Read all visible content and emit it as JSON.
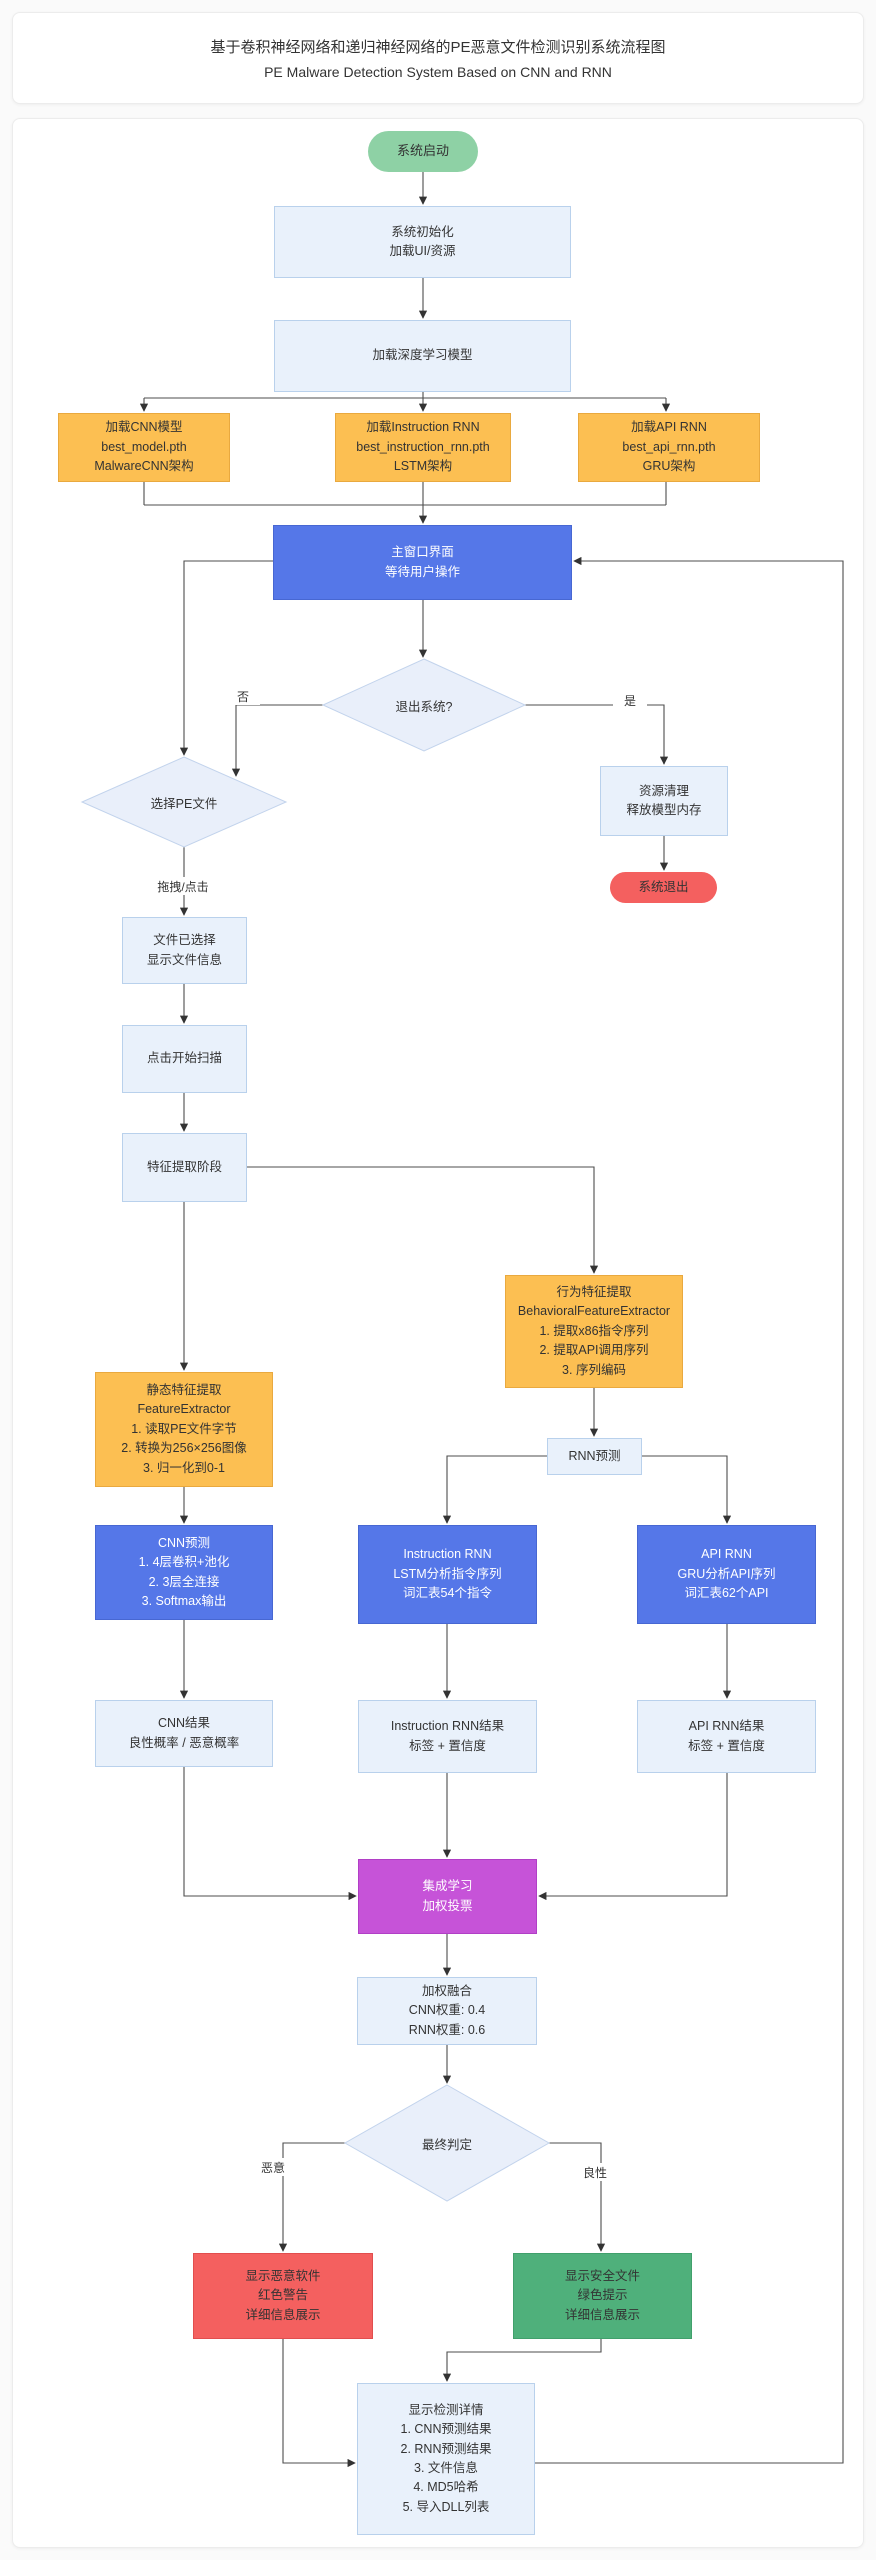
{
  "header": {
    "title_zh": "基于卷积神经网络和递归神经网络的PE恶意文件检测识别系统流程图",
    "title_en": "PE Malware Detection System Based on CNN and RNN"
  },
  "colors": {
    "page_background": "#fafafa",
    "card_background": "#ffffff",
    "start_pill_green": "#8ed1a5",
    "process_light_blue_fill": "#e9f1fb",
    "process_light_blue_border": "#b9d1ec",
    "model_orange_fill": "#fcbf52",
    "model_orange_border": "#e9a93f",
    "predict_blue_fill": "#5577e8",
    "ensemble_purple_fill": "#c653d8",
    "alert_red_fill": "#f4605f",
    "safe_green_fill": "#4fb07b",
    "diamond_fill": "#e9effa",
    "diamond_border": "#c2d3ec",
    "connector_line": "#4d4d4d",
    "text_dark": "#333333",
    "text_light": "#ffffff"
  },
  "flowchart": {
    "nodes": {
      "start": {
        "text": "系统启动"
      },
      "init": {
        "text": "系统初始化\n加载UI/资源"
      },
      "load_models": {
        "text": "加载深度学习模型"
      },
      "load_cnn": {
        "text": "加载CNN模型\nbest_model.pth\nMalwareCNN架构"
      },
      "load_instruction_rnn": {
        "text": "加载Instruction RNN\nbest_instruction_rnn.pth\nLSTM架构"
      },
      "load_api_rnn": {
        "text": "加载API RNN\nbest_api_rnn.pth\nGRU架构"
      },
      "main_window": {
        "text": "主窗口界面\n等待用户操作"
      },
      "exit_decision": {
        "text": "退出系统?"
      },
      "select_file": {
        "text": "选择PE文件"
      },
      "cleanup": {
        "text": "资源清理\n释放模型内存"
      },
      "system_exit": {
        "text": "系统退出"
      },
      "file_selected": {
        "text": "文件已选择\n显示文件信息"
      },
      "start_scan": {
        "text": "点击开始扫描"
      },
      "feature_stage": {
        "text": "特征提取阶段"
      },
      "behavioral_extract": {
        "text": "行为特征提取\nBehavioralFeatureExtractor\n1. 提取x86指令序列\n2. 提取API调用序列\n3. 序列编码"
      },
      "static_extract": {
        "text": "静态特征提取\nFeatureExtractor\n1. 读取PE文件字节\n2. 转换为256×256图像\n3. 归一化到0-1"
      },
      "rnn_predict": {
        "text": "RNN预测"
      },
      "cnn_predict": {
        "text": "CNN预测\n1. 4层卷积+池化\n2. 3层全连接\n3. Softmax输出"
      },
      "instruction_rnn": {
        "text": "Instruction RNN\nLSTM分析指令序列\n词汇表54个指令"
      },
      "api_rnn": {
        "text": "API RNN\nGRU分析API序列\n词汇表62个API"
      },
      "cnn_result": {
        "text": "CNN结果\n良性概率 / 恶意概率"
      },
      "instruction_rnn_result": {
        "text": "Instruction RNN结果\n标签 + 置信度"
      },
      "api_rnn_result": {
        "text": "API RNN结果\n标签 + 置信度"
      },
      "ensemble": {
        "text": "集成学习\n加权投票"
      },
      "weighted_fusion": {
        "text": "加权融合\nCNN权重: 0.4\nRNN权重: 0.6"
      },
      "final_decision": {
        "text": "最终判定"
      },
      "malware_result": {
        "text": "显示恶意软件\n红色警告\n详细信息展示"
      },
      "safe_result": {
        "text": "显示安全文件\n绿色提示\n详细信息展示"
      },
      "detail_view": {
        "text": "显示检测详情\n1. CNN预测结果\n2. RNN预测结果\n3. 文件信息\n4. MD5哈希\n5. 导入DLL列表"
      }
    },
    "edge_labels": {
      "no": "否",
      "yes": "是",
      "drag_click": "拖拽/点击",
      "malicious": "恶意",
      "benign": "良性"
    }
  }
}
